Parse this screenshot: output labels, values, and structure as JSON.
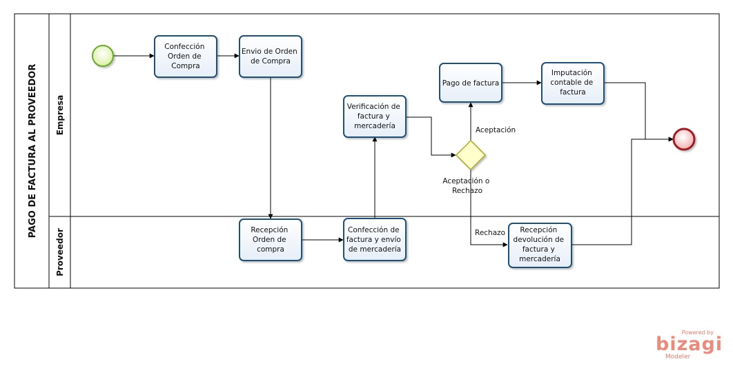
{
  "pool": {
    "title": "PAGO DE FACTURA AL PROVEEDOR"
  },
  "lanes": {
    "empresa": "Empresa",
    "proveedor": "Proveedor"
  },
  "tasks": {
    "confeccion_orden": [
      "Confección",
      "Orden de",
      "Compra"
    ],
    "envio_orden": [
      "Envio de Orden",
      "de Compra"
    ],
    "verificacion": [
      "Verificación de",
      "factura y",
      "mercadería"
    ],
    "pago": [
      "Pago de factura"
    ],
    "imputacion": [
      "Imputación",
      "contable de",
      "factura"
    ],
    "recepcion_orden": [
      "Recepción",
      "Orden de",
      "compra"
    ],
    "confeccion_envio": [
      "Confección de",
      "factura y envío",
      "de mercadería"
    ],
    "recepcion_devolucion": [
      "Recepción",
      "devolución de",
      "factura y",
      "mercadería"
    ]
  },
  "gateway": {
    "label": [
      "Aceptación o",
      "Rechazo"
    ]
  },
  "flow_labels": {
    "aceptacion": "Aceptación",
    "rechazo": "Rechazo"
  },
  "branding": {
    "powered": "Powered by",
    "name": "bizagi",
    "sub": "Modeler"
  },
  "colors": {
    "task_fill": "#f2f6fc",
    "task_stroke": "#1f4f7a",
    "gateway_fill": "#ffffcc",
    "gateway_stroke": "#a8a820",
    "start_fill": "#eaf7c4",
    "start_stroke": "#6aa82a",
    "end_fill": "#f4c6c6",
    "end_stroke": "#9e1c22",
    "brand": "#ec8a7c"
  }
}
